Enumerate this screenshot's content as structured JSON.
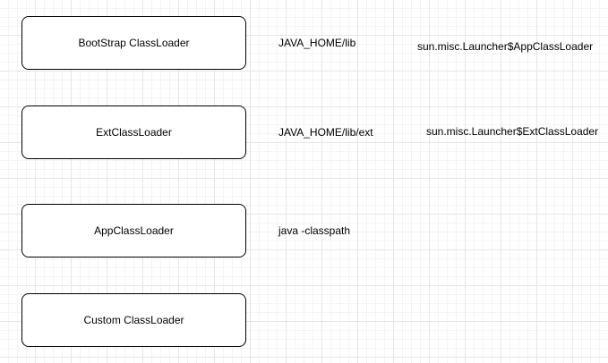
{
  "loaders": [
    {
      "label": "BootStrap ClassLoader",
      "path": "JAVA_HOME/lib",
      "impl": "sun.misc.Launcher$AppClassLoader"
    },
    {
      "label": "ExtClassLoader",
      "path": "JAVA_HOME/lib/ext",
      "impl": "sun.misc.Launcher$ExtClassLoader"
    },
    {
      "label": "AppClassLoader",
      "path": "java -classpath"
    },
    {
      "label": "Custom ClassLoader"
    }
  ]
}
